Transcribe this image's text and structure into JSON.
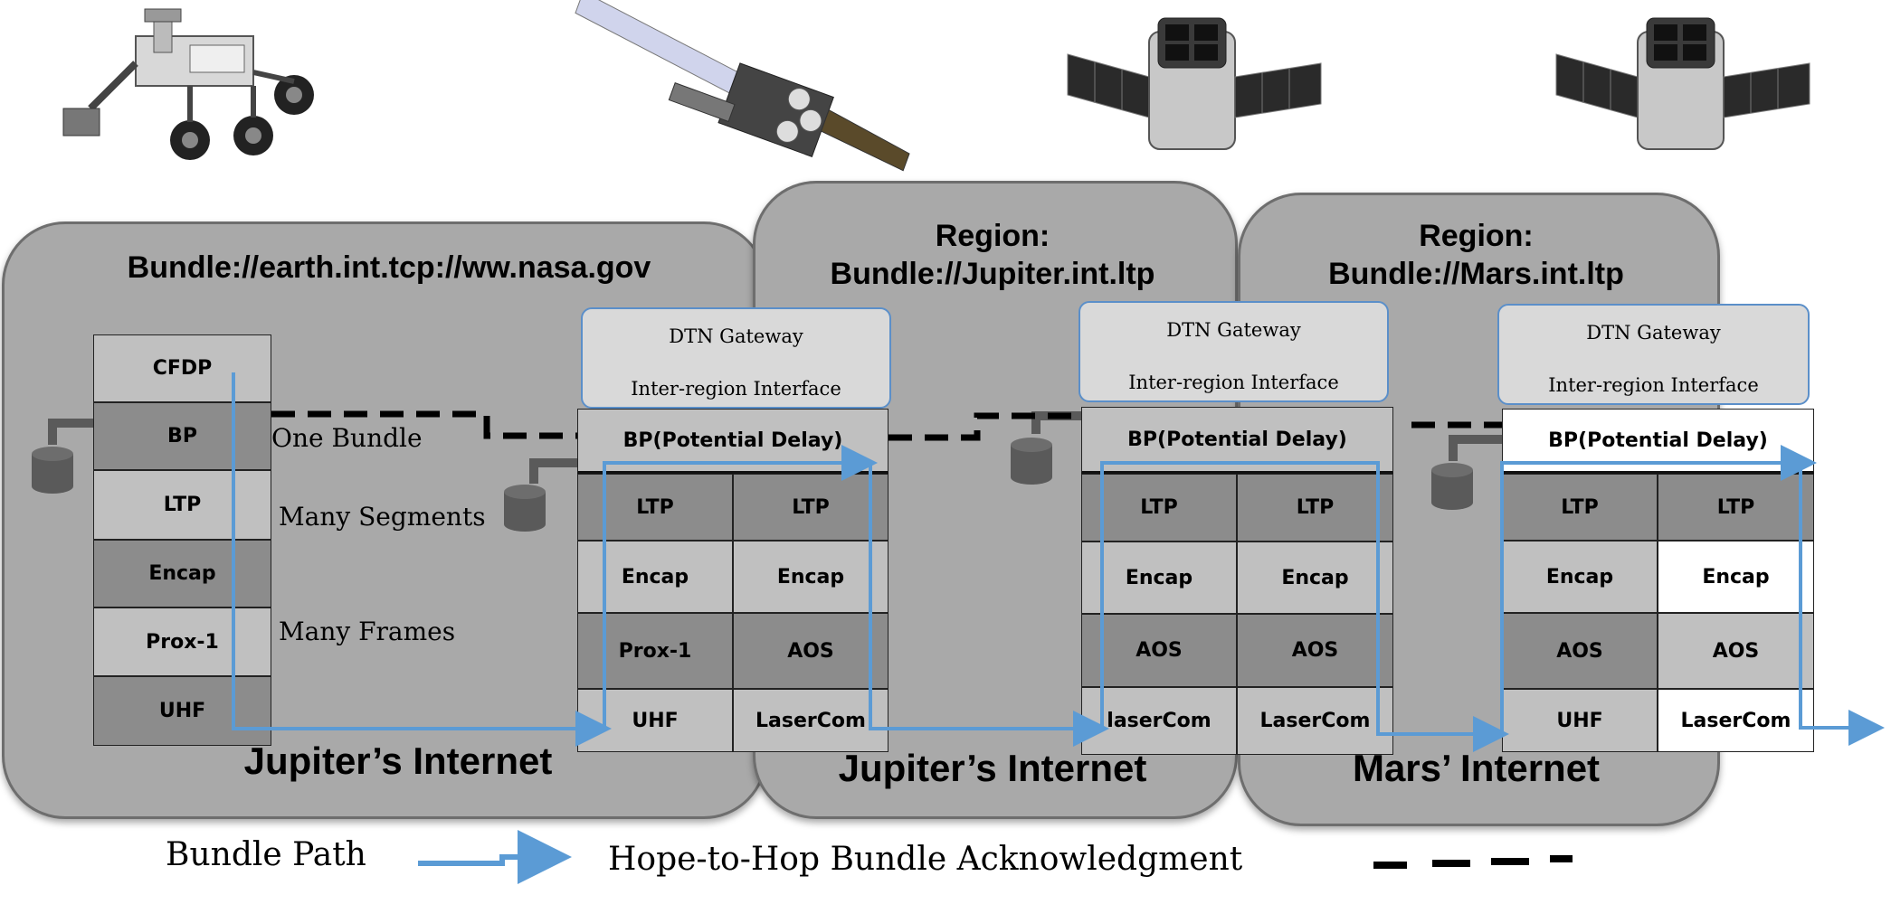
{
  "regions": {
    "earth": {
      "title": "Bundle://earth.int.tcp://ww.nasa.gov",
      "name": "Jupiter’s Internet"
    },
    "jupiter": {
      "title_line1": "Region:",
      "title_line2": "Bundle://Jupiter.int.ltp",
      "name": "Jupiter’s Internet"
    },
    "mars": {
      "title_line1": "Region:",
      "title_line2": "Bundle://Mars.int.ltp",
      "name": "Mars’ Internet"
    }
  },
  "earth_stack": [
    "CFDP",
    "BP",
    "LTP",
    "Encap",
    "Prox-1",
    "UHF"
  ],
  "annotations": {
    "one_bundle": "One Bundle",
    "many_segments": "Many Segments",
    "many_frames": "Many Frames"
  },
  "gateways": [
    {
      "line1": "DTN Gateway",
      "line2": "Inter-region Interface",
      "bp": "BP(Potential Delay)",
      "left": [
        "LTP",
        "Encap",
        "Prox-1",
        "UHF"
      ],
      "right": [
        "LTP",
        "Encap",
        "AOS",
        "LaserCom"
      ]
    },
    {
      "line1": "DTN Gateway",
      "line2": "Inter-region Interface",
      "bp": "BP(Potential Delay)",
      "left": [
        "LTP",
        "Encap",
        "AOS",
        "laserCom"
      ],
      "right": [
        "LTP",
        "Encap",
        "AOS",
        "LaserCom"
      ]
    },
    {
      "line1": "DTN Gateway",
      "line2": "Inter-region Interface",
      "bp": "BP(Potential Delay)",
      "left": [
        "LTP",
        "Encap",
        "AOS",
        "UHF"
      ],
      "right": [
        "LTP",
        "Encap",
        "AOS",
        "LaserCom"
      ]
    }
  ],
  "legend": {
    "bundle_path": "Bundle Path",
    "acknowledgment": "Hope-to-Hop Bundle Acknowledgment"
  },
  "colors": {
    "bundle_path": "#5b9bd5",
    "acknowledgment": "#000000",
    "region_fill": "#a9a9a9",
    "gateway_border": "#5b8fc9"
  },
  "icons": [
    "rover-image",
    "telescope-satellite-image",
    "satellite-image",
    "satellite-image",
    "storage-drum-icon"
  ]
}
